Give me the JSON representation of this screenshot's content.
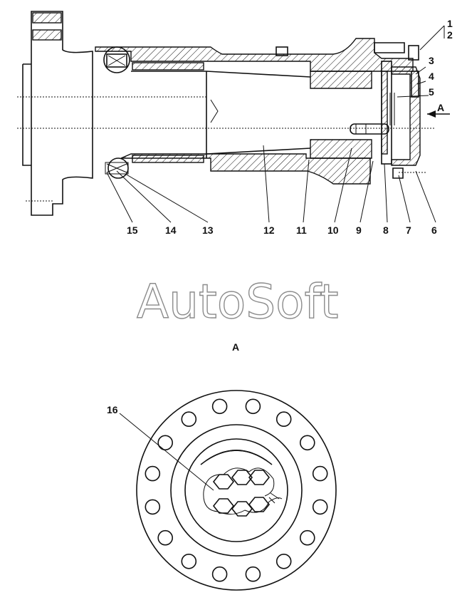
{
  "watermark": "AutoSoft",
  "view_label": "A",
  "arrow_label": "A",
  "callouts": {
    "c1": "1",
    "c2": "2",
    "c3": "3",
    "c4": "4",
    "c5": "5",
    "c6": "6",
    "c7": "7",
    "c8": "8",
    "c9": "9",
    "c10": "10",
    "c11": "11",
    "c12": "12",
    "c13": "13",
    "c14": "14",
    "c15": "15",
    "c16": "16"
  }
}
